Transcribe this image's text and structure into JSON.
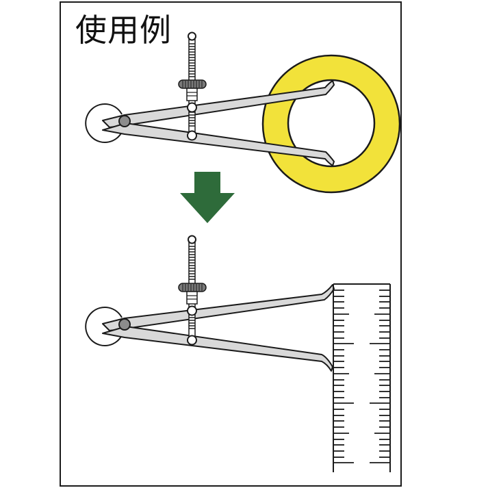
{
  "figure": {
    "title": "使用例",
    "steps": [
      {
        "name": "measure-inside-diameter",
        "object": "yellow ring",
        "tool": "inside spring caliper"
      },
      {
        "name": "transfer-to-scale",
        "object": "ruler scale",
        "tool": "inside spring caliper"
      }
    ],
    "arrow": {
      "direction": "down"
    }
  },
  "colors": {
    "frame": "#1a1a1a",
    "ring_fill": "#f2e23a",
    "caliper_fill": "#d9d9d9",
    "pivot_fill": "#8c8c8c",
    "arrow_fill": "#2e6b3a",
    "outline": "#1a1a1a"
  }
}
